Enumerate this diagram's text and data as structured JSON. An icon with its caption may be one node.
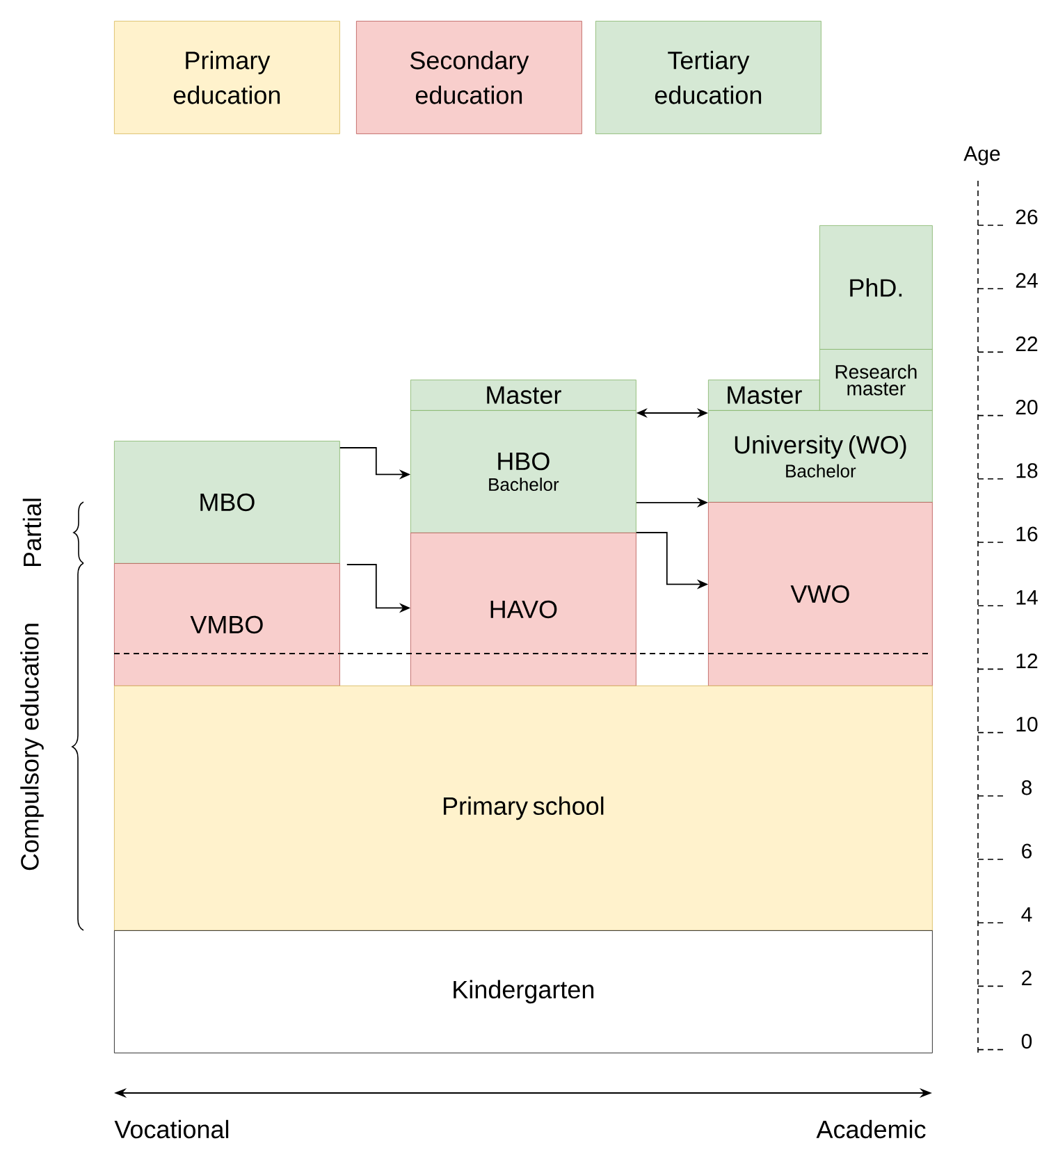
{
  "diagram": {
    "nodes": [
      {
        "text": [
          "MBO"
        ]
      },
      {
        "text": [
          "VMBO"
        ]
      },
      {
        "text": [
          "Master"
        ]
      },
      {
        "text": [
          "HBO",
          "Bachelor"
        ]
      },
      {
        "text": [
          "HAVO"
        ]
      },
      {
        "text": [
          "Master"
        ]
      },
      {
        "text": [
          "Research master"
        ]
      },
      {
        "text": [
          "PhD."
        ]
      },
      {
        "text": [
          "University (WO)",
          "Bachelor"
        ]
      },
      {
        "text": [
          "VWO"
        ]
      },
      {
        "text": [
          "Primary school"
        ]
      },
      {
        "text": [
          "Kindergarten"
        ]
      }
    ],
    "edges": [
      {
        "from": 0,
        "to": 3,
        "arrow": "to"
      },
      {
        "from": 1,
        "to": 4,
        "arrow": "to"
      },
      {
        "from": 3,
        "to": 8,
        "arrow": "both"
      },
      {
        "from": 3,
        "to": 8,
        "arrow": "to"
      },
      {
        "from": 4,
        "to": 9,
        "arrow": "to"
      }
    ],
    "labels": [
      "Partial",
      "Compulsory education",
      "Age",
      "26",
      "24",
      "22",
      "20",
      "18",
      "16",
      "14",
      "12",
      "10",
      "8",
      "6",
      "4",
      "2",
      "0",
      "Vocational",
      "Academic"
    ],
    "legend": [
      {
        "text": "Primary education",
        "color": "#fff2cc"
      },
      {
        "text": "Secondary education",
        "color": "#f8cecc"
      },
      {
        "text": "Tertiary education",
        "color": "#d5e8d4"
      }
    ]
  }
}
